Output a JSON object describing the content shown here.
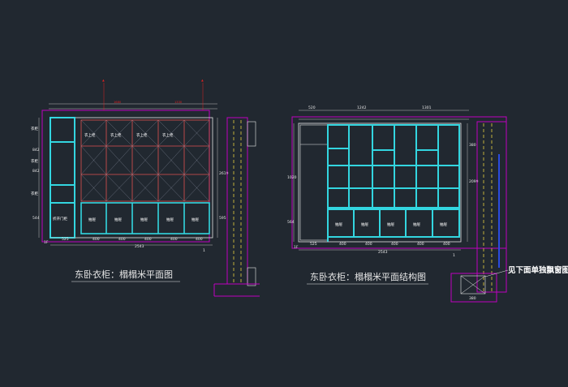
{
  "left_plan": {
    "title": "东卧衣柜：榻榻米平面图",
    "width_labels": [
      "525",
      "400",
      "400",
      "400",
      "400",
      "400"
    ],
    "total_width": "2543",
    "top_dims": [
      "1680",
      "1330"
    ],
    "shelf_labels": [
      "衣上柜",
      "衣上柜",
      "衣上柜",
      "衣上柜"
    ],
    "lower_labels": [
      "抽屉",
      "抽屉",
      "抽屉",
      "抽屉",
      "抽屉"
    ],
    "side_labels": [
      "衣柜",
      "衣柜",
      "衣柜"
    ],
    "door_label": "折开门柜",
    "left_dims": [
      "842",
      "842",
      "544"
    ],
    "right_dims": [
      "2619",
      "595"
    ],
    "callouts": [
      "1F",
      "1"
    ]
  },
  "right_plan": {
    "title": "东卧衣柜：榻榻米平面结构图",
    "width_labels": [
      "525",
      "400",
      "400",
      "400",
      "400",
      "400"
    ],
    "total_width": "2543",
    "top_dims": [
      "520",
      "1242",
      "1301"
    ],
    "lower_labels": [
      "抽屉",
      "抽屉",
      "抽屉",
      "抽屉",
      "抽屉"
    ],
    "left_dims": [
      "1020",
      "564"
    ],
    "right_dims": [
      "2099",
      "380"
    ],
    "bottom_dim": "380",
    "callouts": [
      "1F",
      "1"
    ]
  },
  "window_note": "见下面单独飘窗图"
}
